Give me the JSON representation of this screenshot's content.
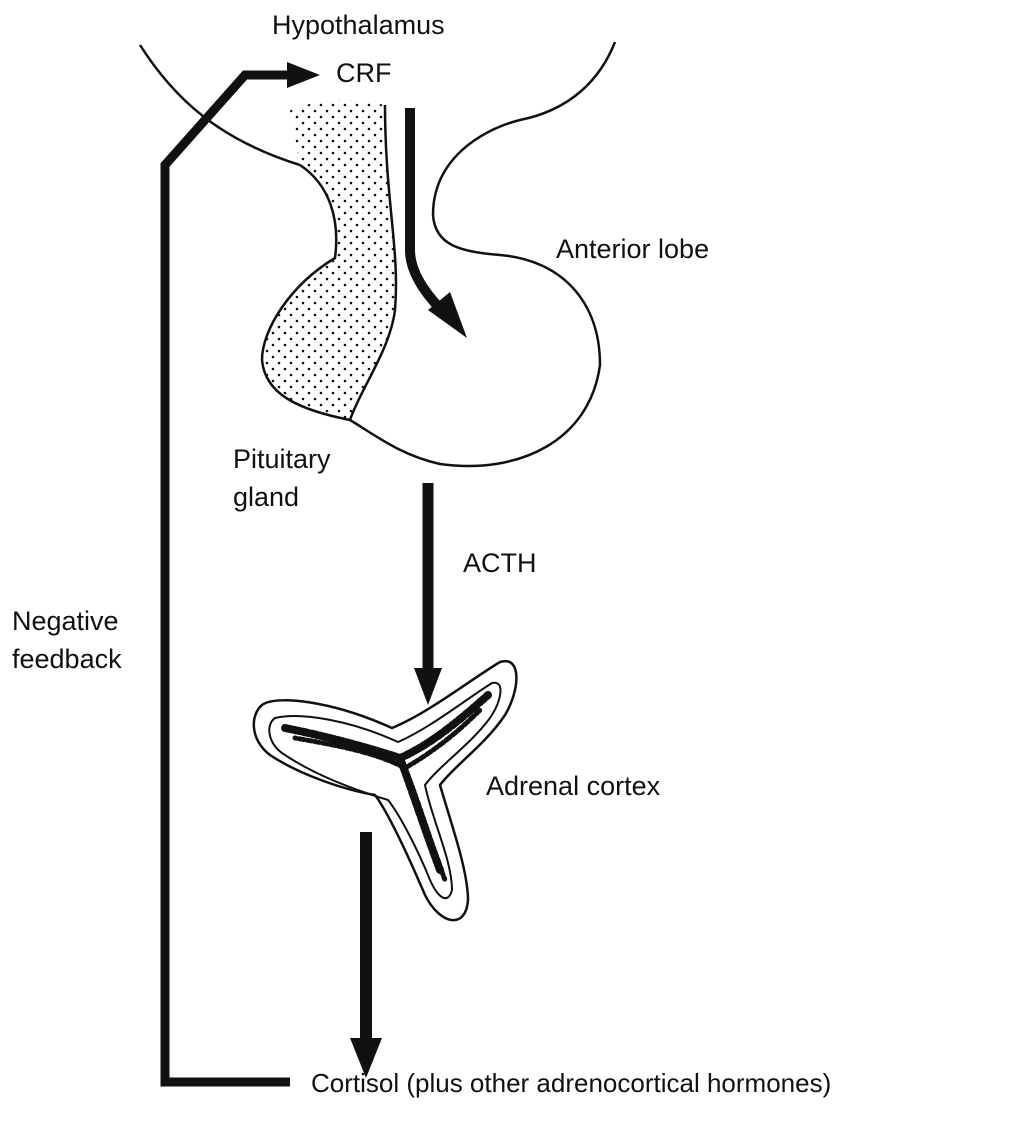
{
  "labels": {
    "hypothalamus": "Hypothalamus",
    "crf": "CRF",
    "anterior_lobe": "Anterior lobe",
    "pituitary_line1": "Pituitary",
    "pituitary_line2": "gland",
    "acth": "ACTH",
    "negative_line1": "Negative",
    "negative_line2": "feedback",
    "adrenal_cortex": "Adrenal cortex",
    "cortisol": "Cortisol (plus other adrenocortical hormones)"
  },
  "colors": {
    "ink": "#111111",
    "background": "#ffffff"
  }
}
